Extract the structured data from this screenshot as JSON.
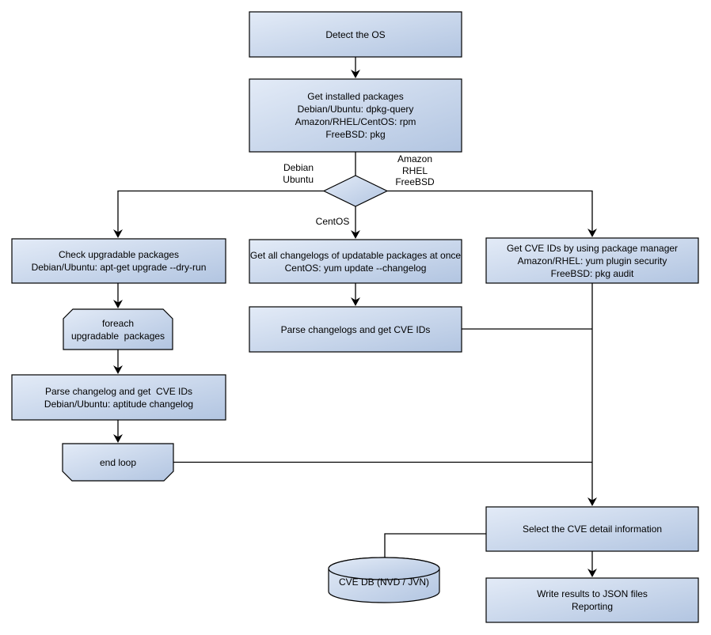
{
  "colors": {
    "fill_light": "#e3ebf7",
    "fill_dark": "#b2c5e1",
    "border": "#000000",
    "connector": "#000000",
    "text": "#000000",
    "background": "#ffffff"
  },
  "nodes": {
    "detect_os": {
      "lines": [
        "Detect the OS"
      ]
    },
    "get_installed_packages": {
      "lines": [
        "Get installed packages",
        "Debian/Ubuntu: dpkg-query",
        "Amazon/RHEL/CentOS: rpm",
        "FreeBSD: pkg"
      ]
    },
    "check_upgradable": {
      "lines": [
        "Check upgradable packages",
        "Debian/Ubuntu: apt-get upgrade --dry-run"
      ]
    },
    "foreach_loop": {
      "lines": [
        "foreach",
        "upgradable  packages"
      ]
    },
    "parse_changelog": {
      "lines": [
        "Parse changelog and get  CVE IDs",
        "Debian/Ubuntu: aptitude changelog"
      ]
    },
    "end_loop": {
      "lines": [
        "end loop"
      ]
    },
    "get_all_changelogs": {
      "lines": [
        "Get all changelogs of updatable packages at once",
        "CentOS: yum update --changelog"
      ]
    },
    "parse_changelogs": {
      "lines": [
        "Parse changelogs and get CVE IDs"
      ]
    },
    "get_cve_ids_pkg_mgr": {
      "lines": [
        "Get CVE IDs by using package manager",
        "Amazon/RHEL: yum plugin security",
        "FreeBSD: pkg audit"
      ]
    },
    "select_cve_detail": {
      "lines": [
        "Select the CVE detail information"
      ]
    },
    "cve_db": {
      "lines": [
        "CVE DB (NVD / JVN)"
      ]
    },
    "write_results": {
      "lines": [
        "Write results to JSON files",
        "Reporting"
      ]
    }
  },
  "edge_labels": {
    "debian_ubuntu": {
      "lines": [
        "Debian",
        "Ubuntu"
      ]
    },
    "amazon_rhel_freebsd": {
      "lines": [
        "Amazon",
        "RHEL",
        "FreeBSD"
      ]
    },
    "centos": {
      "lines": [
        "CentOS"
      ]
    }
  }
}
